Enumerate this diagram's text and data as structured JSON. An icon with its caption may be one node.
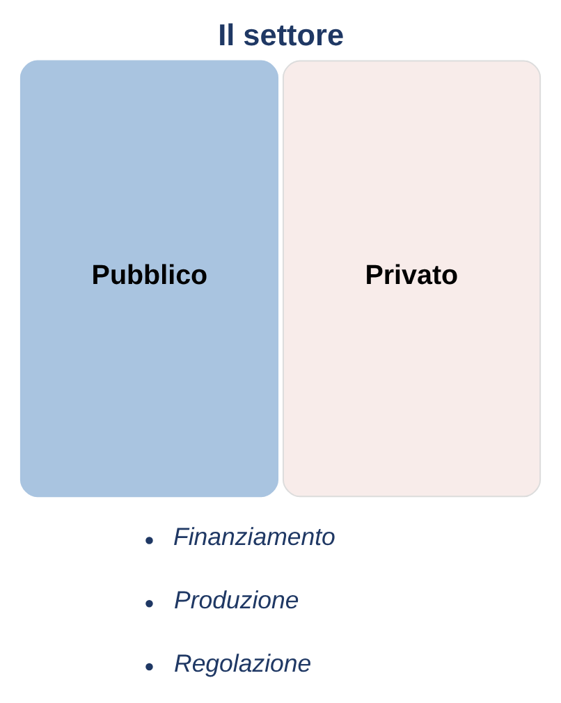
{
  "diagram": {
    "title": "Il settore",
    "nodes": [
      {
        "text": [
          "Pubblico"
        ]
      },
      {
        "text": [
          "Privato"
        ]
      }
    ],
    "labels": [
      "Finanziamento",
      "Produzione",
      "Regolazione"
    ]
  }
}
